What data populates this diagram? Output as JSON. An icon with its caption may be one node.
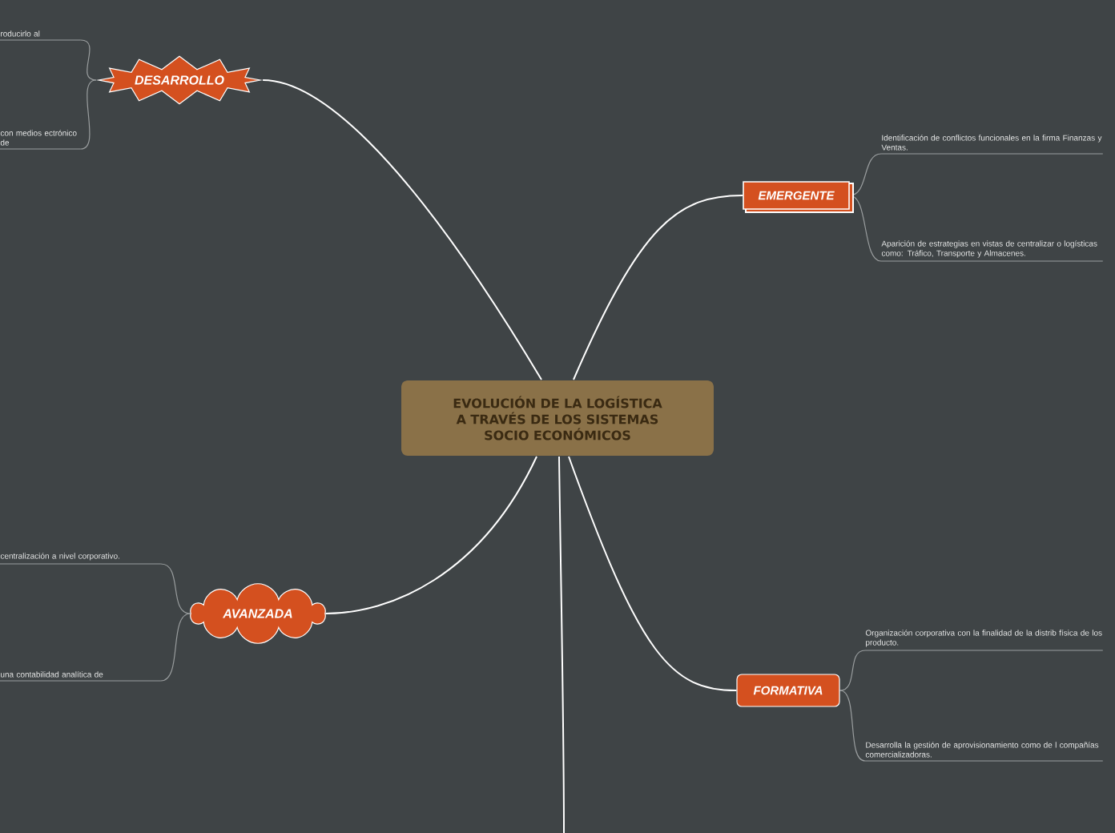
{
  "diagram": {
    "nodes": [
      {
        "text": [
          "EVOLUCIÓN DE LA LOGÍSTICA A TRAVÉS DE LOS SISTEMAS SOCIO ECONÓMICOS"
        ]
      },
      {
        "text": [
          "DESARROLLO"
        ]
      },
      {
        "text": [
          "EMERGENTE"
        ]
      },
      {
        "text": [
          "AVANZADA"
        ]
      },
      {
        "text": [
          "FORMATIVA"
        ]
      },
      {
        "text": [
          "roducirlo al"
        ]
      },
      {
        "text": [
          "con medios ectrónico de"
        ]
      },
      {
        "text": [
          "Identificación de conflictos funcionales en la firma Finanzas y Ventas."
        ]
      },
      {
        "text": [
          "Aparición de estrategias en vistas de centralizar o logísticas como: Tráfico, Transporte y Almacenes."
        ]
      },
      {
        "text": [
          "centralización a nivel corporativo."
        ]
      },
      {
        "text": [
          "una contabilidad analítica de"
        ]
      },
      {
        "text": [
          "Organización corporativa con la finalidad de la distrib física de los producto."
        ]
      },
      {
        "text": [
          "Desarrolla la gestión de aprovisionamiento como de l compañías comercializadoras."
        ]
      }
    ],
    "edges": [
      {
        "from": 0,
        "to": 1,
        "arrow": "none",
        "color": "#ffffff"
      },
      {
        "from": 0,
        "to": 2,
        "arrow": "none",
        "color": "#ffffff"
      },
      {
        "from": 0,
        "to": 3,
        "arrow": "none",
        "color": "#ffffff"
      },
      {
        "from": 0,
        "to": 4,
        "arrow": "none",
        "color": "#ffffff"
      },
      {
        "from": 0,
        "to": null,
        "arrow": "none",
        "color": "#ffffff"
      },
      {
        "from": 1,
        "to": 5,
        "arrow": "none"
      },
      {
        "from": 1,
        "to": 6,
        "arrow": "none"
      },
      {
        "from": 2,
        "to": 7,
        "arrow": "none"
      },
      {
        "from": 2,
        "to": 8,
        "arrow": "none"
      },
      {
        "from": 3,
        "to": 9,
        "arrow": "none"
      },
      {
        "from": 3,
        "to": 10,
        "arrow": "none"
      },
      {
        "from": 4,
        "to": 11,
        "arrow": "none"
      },
      {
        "from": 4,
        "to": 12,
        "arrow": "none"
      }
    ]
  }
}
